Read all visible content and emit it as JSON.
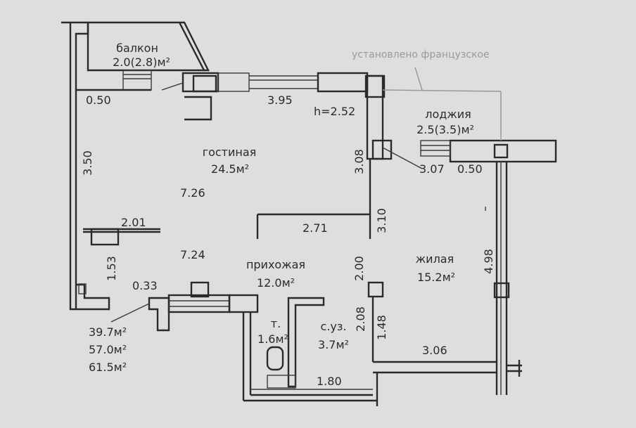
{
  "rooms": {
    "balcony": {
      "name": "балкон",
      "area": "2.0(2.8)м²"
    },
    "loggia": {
      "name": "лоджия",
      "area": "2.5(3.5)м²"
    },
    "living": {
      "name": "гостиная",
      "area": "24.5м²"
    },
    "hall": {
      "name": "прихожая",
      "area": "12.0м²"
    },
    "bedroom": {
      "name": "жилая",
      "area": "15.2м²"
    },
    "toilet": {
      "name": "т.",
      "area": "1.6м²"
    },
    "bath": {
      "name": "с.уз.",
      "area": "3.7м²"
    }
  },
  "note": "установлено французское",
  "height": "h=2.52",
  "totals": [
    "39.7м²",
    "57.0м²",
    "61.5м²"
  ],
  "dimensions": {
    "d050_left": "0.50",
    "d395": "3.95",
    "d350": "3.50",
    "d308": "3.08",
    "d307": "3.07",
    "d050_right": "0.50",
    "d726": "7.26",
    "d201": "2.01",
    "d271": "2.71",
    "d310": "3.10",
    "d153": "1.53",
    "d724": "7.24",
    "d200": "2.00",
    "d498": "4.98",
    "d033": "0.33",
    "d208": "2.08",
    "d148": "1.48",
    "d306": "3.06",
    "d180": "1.80"
  }
}
